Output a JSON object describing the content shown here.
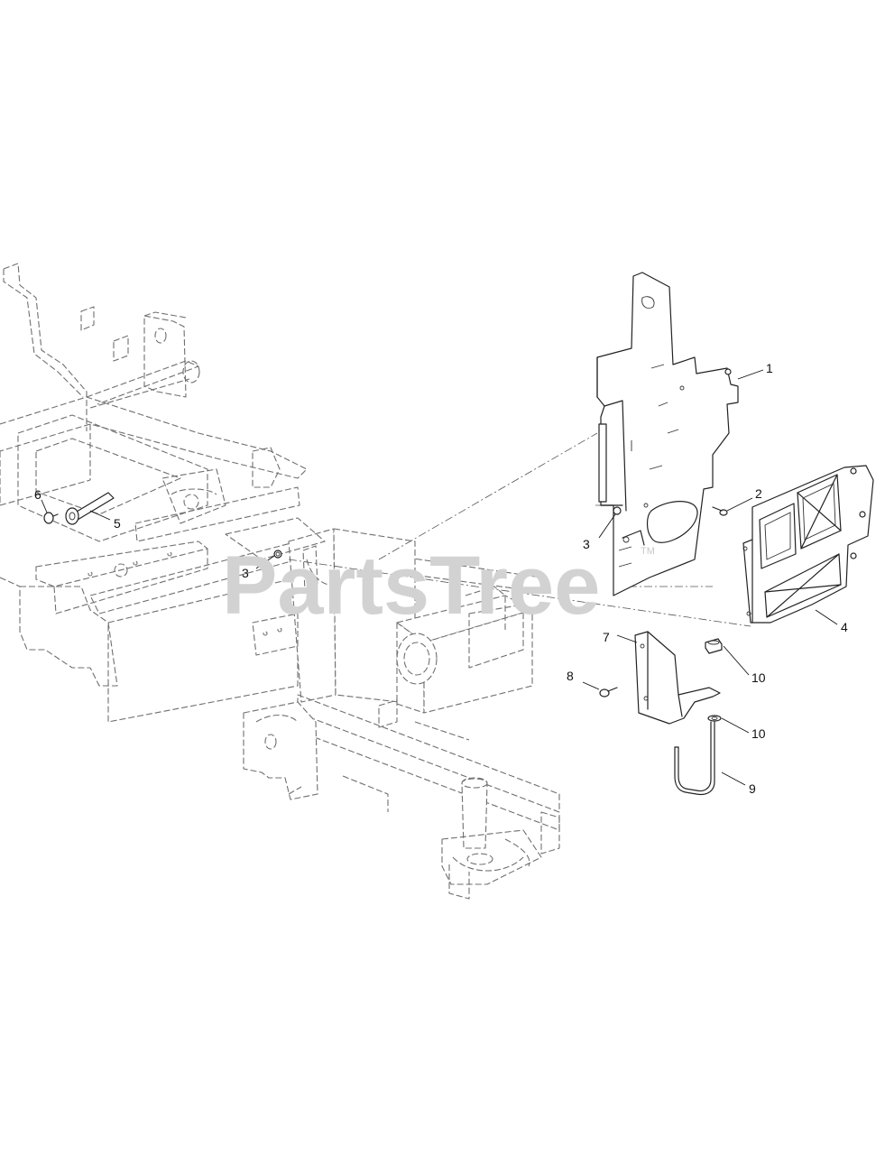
{
  "watermark": {
    "text": "PartsTree",
    "trademark": "TM"
  },
  "callouts": [
    {
      "id": "c1",
      "label": "1"
    },
    {
      "id": "c2",
      "label": "2"
    },
    {
      "id": "c3a",
      "label": "3"
    },
    {
      "id": "c3b",
      "label": "3"
    },
    {
      "id": "c4",
      "label": "4"
    },
    {
      "id": "c5",
      "label": "5"
    },
    {
      "id": "c6",
      "label": "6"
    },
    {
      "id": "c7",
      "label": "7"
    },
    {
      "id": "c8",
      "label": "8"
    },
    {
      "id": "c9",
      "label": "9"
    },
    {
      "id": "c10a",
      "label": "10"
    },
    {
      "id": "c10b",
      "label": "10"
    }
  ],
  "colors": {
    "background": "#ffffff",
    "line": "#222222",
    "frame_line": "#6f6f6f",
    "watermark": "#d2d2d2"
  }
}
